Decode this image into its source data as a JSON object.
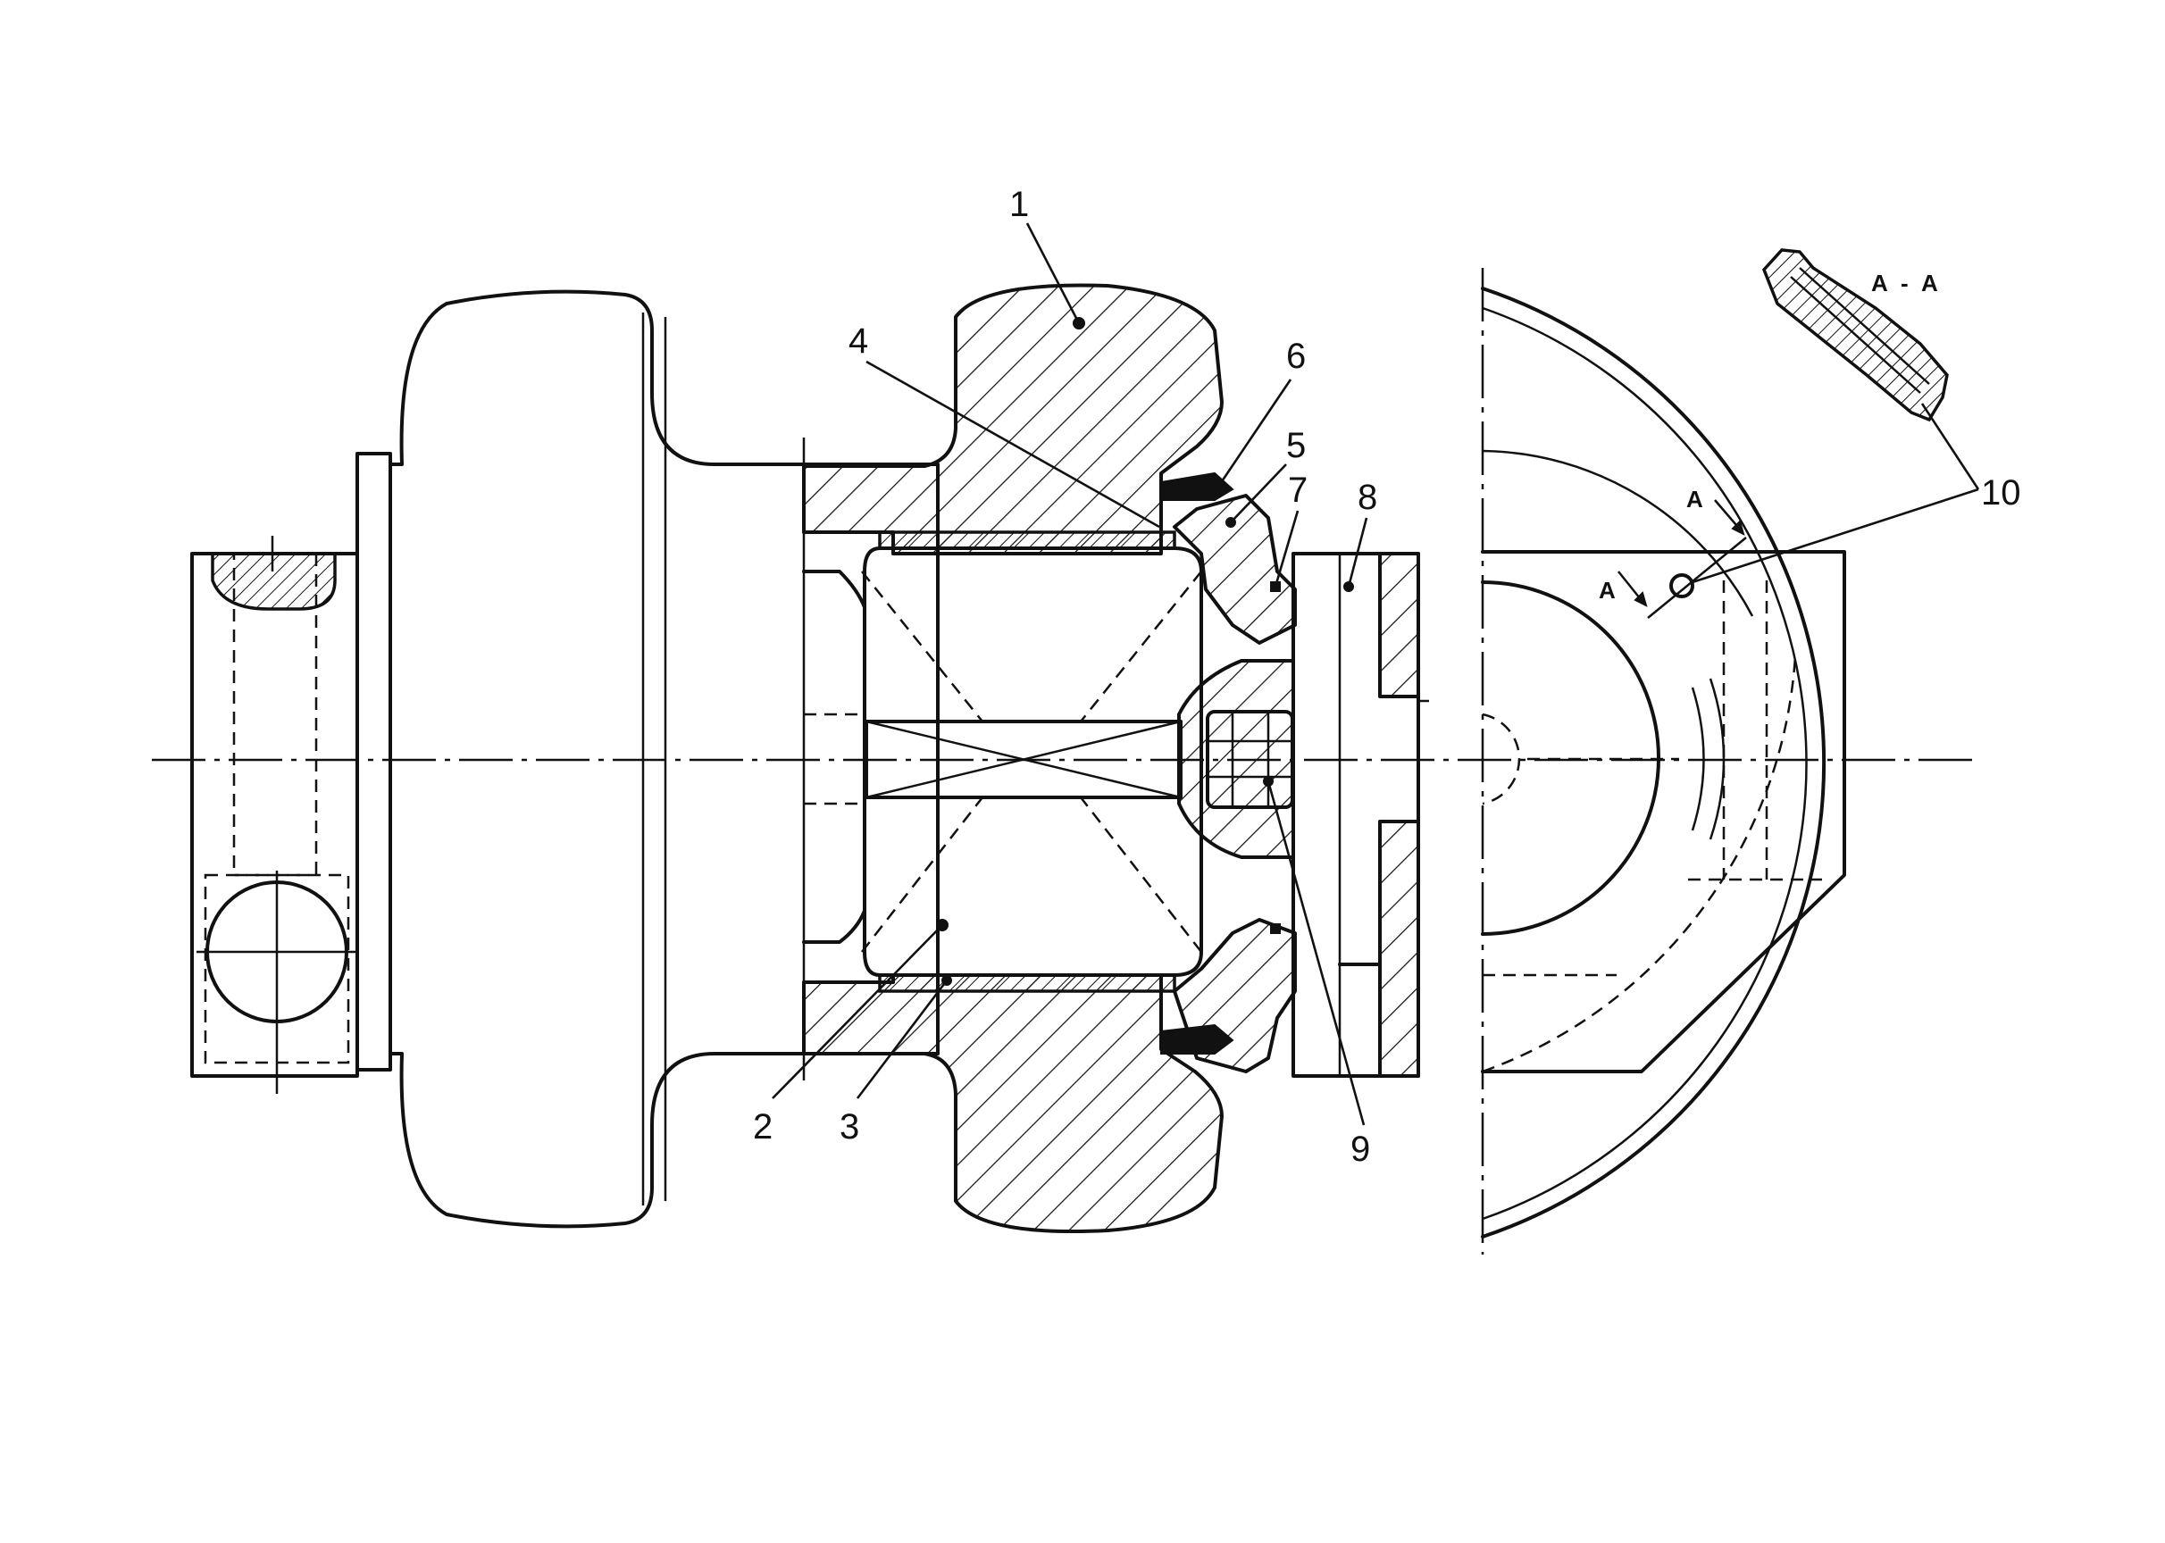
{
  "callouts": [
    {
      "label": "1"
    },
    {
      "label": "2"
    },
    {
      "label": "3"
    },
    {
      "label": "4"
    },
    {
      "label": "5"
    },
    {
      "label": "6"
    },
    {
      "label": "7"
    },
    {
      "label": "8"
    },
    {
      "label": "9"
    },
    {
      "label": "10"
    }
  ],
  "section_labels": {
    "main": "A - A",
    "arrow_upper": "A",
    "arrow_lower": "A"
  }
}
